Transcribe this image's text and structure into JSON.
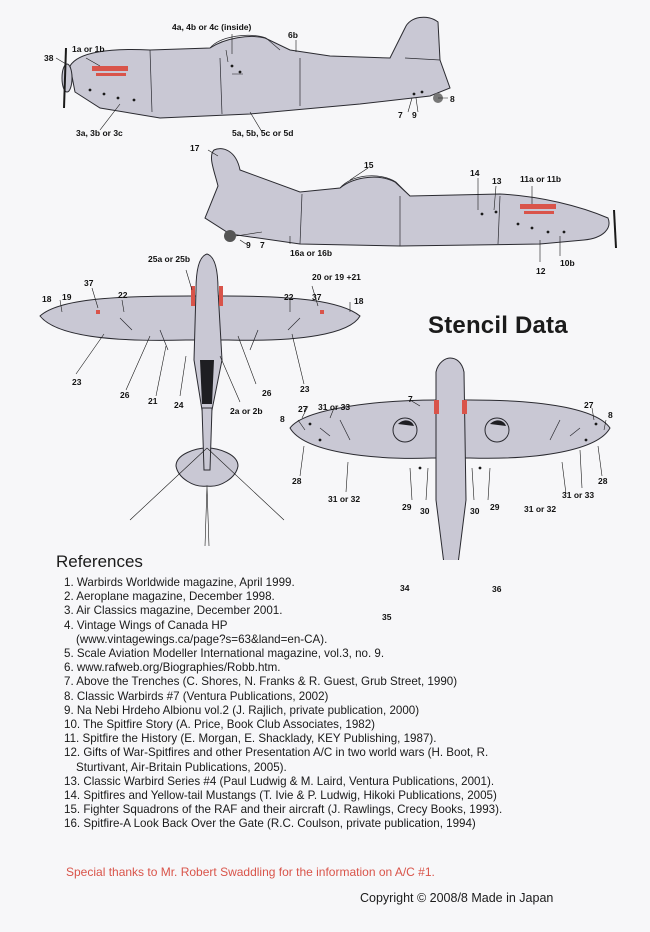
{
  "title": "Stencil Data",
  "callouts": {
    "side1": [
      "4a, 4b or 4c (inside)",
      "6b",
      "1a or 1b",
      "38",
      "8",
      "7",
      "9",
      "3a, 3b or 3c",
      "5a, 5b, 5c or 5d"
    ],
    "side2": [
      "17",
      "15",
      "14",
      "13",
      "11a or 11b",
      "9",
      "7",
      "16a or 16b",
      "12",
      "10b"
    ],
    "top": [
      "25a or 25b",
      "20 or 19 +21",
      "37",
      "18",
      "19",
      "22",
      "22",
      "37",
      "18",
      "23",
      "26",
      "21",
      "24",
      "26",
      "23",
      "2a or 2b"
    ],
    "bottom": [
      "7",
      "27",
      "31 or 33",
      "8",
      "27",
      "8",
      "28",
      "28",
      "31 or 32",
      "29",
      "30",
      "30",
      "29",
      "31 or 32",
      "31 or 33",
      "34",
      "36",
      "35"
    ]
  },
  "references": {
    "heading": "References",
    "items": [
      {
        "text": "1. Warbirds Worldwide magazine, April 1999."
      },
      {
        "text": "2. Aeroplane magazine, December 1998."
      },
      {
        "text": "3. Air Classics magazine, December 2001."
      },
      {
        "text": "4. Vintage Wings of Canada HP",
        "cont": "(www.vintagewings.ca/page?s=63&land=en-CA)."
      },
      {
        "text": "5. Scale Aviation Modeller International magazine, vol.3, no. 9."
      },
      {
        "text": "6. www.rafweb.org/Biographies/Robb.htm."
      },
      {
        "text": "7. Above the Trenches (C. Shores, N. Franks & R. Guest, Grub Street, 1990)"
      },
      {
        "text": "8. Classic Warbirds #7 (Ventura Publications, 2002)"
      },
      {
        "text": "9. Na Nebi Hrdeho Albionu vol.2 (J. Rajlich, private publication, 2000)"
      },
      {
        "text": "10. The Spitfire Story (A. Price, Book Club Associates, 1982)"
      },
      {
        "text": "11. Spitfire the History (E. Morgan, E. Shacklady, KEY Publishing, 1987)."
      },
      {
        "text": "12. Gifts of War-Spitfires and other Presentation A/C in two world wars (H. Boot, R.",
        "cont": "Sturtivant, Air-Britain Publications, 2005)."
      },
      {
        "text": "13. Classic Warbird Series #4 (Paul Ludwig & M. Laird, Ventura Publications, 2001)."
      },
      {
        "text": "14. Spitfires and Yellow-tail Mustangs (T. Ivie & P. Ludwig, Hikoki Publications, 2005)"
      },
      {
        "text": "15. Fighter Squadrons of the RAF and their aircraft (J. Rawlings, Crecy Books, 1993)."
      },
      {
        "text": "16. Spitfire-A Look Back Over the Gate (R.C. Coulson, private publication, 1994)"
      }
    ]
  },
  "thanks": "Special thanks to Mr. Robert Swaddling for the information on A/C #1.",
  "copyright": "Copyright © 2008/8 Made in Japan",
  "colors": {
    "airframe": "#c9c8d4",
    "outline": "#2a2a30",
    "stencil_red": "#d9544a",
    "background": "#f7f7f9"
  }
}
